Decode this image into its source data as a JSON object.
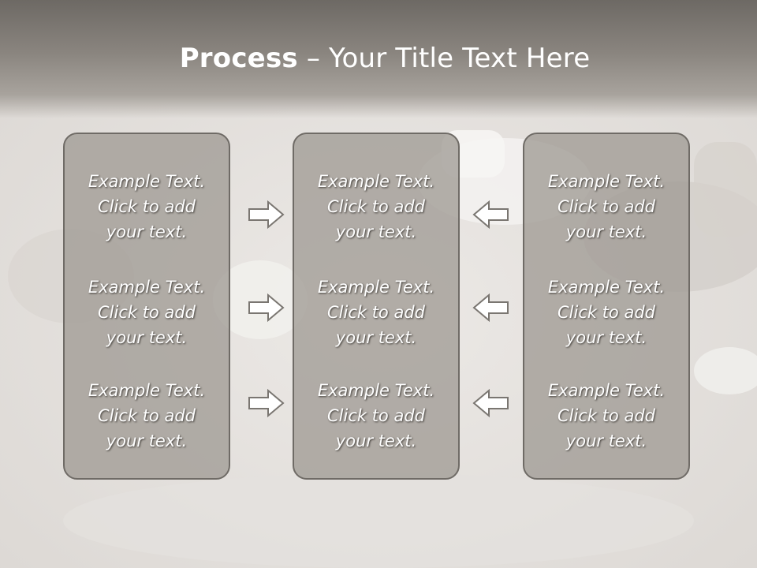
{
  "title": {
    "bold": "Process",
    "rest": " – Your Title Text Here"
  },
  "panels": [
    {
      "items": [
        {
          "line1": "Example Text.",
          "line2": "Click  to add",
          "line3": "your text."
        },
        {
          "line1": "Example Text.",
          "line2": "Click  to add",
          "line3": "your text."
        },
        {
          "line1": "Example Text.",
          "line2": "Click  to add",
          "line3": "your text."
        }
      ]
    },
    {
      "items": [
        {
          "line1": "Example Text.",
          "line2": "Click  to add",
          "line3": "your text."
        },
        {
          "line1": "Example Text.",
          "line2": "Click  to add",
          "line3": "your text."
        },
        {
          "line1": "Example Text.",
          "line2": "Click  to add",
          "line3": "your text."
        }
      ]
    },
    {
      "items": [
        {
          "line1": "Example Text.",
          "line2": "Click  to add",
          "line3": "your text."
        },
        {
          "line1": "Example Text.",
          "line2": "Click  to add",
          "line3": "your text."
        },
        {
          "line1": "Example Text.",
          "line2": "Click  to add",
          "line3": "your text."
        }
      ]
    }
  ],
  "arrows": {
    "left_group": [
      "arrow-right-icon",
      "arrow-right-icon",
      "arrow-right-icon"
    ],
    "right_group": [
      "arrow-left-icon",
      "arrow-left-icon",
      "arrow-left-icon"
    ]
  },
  "colors": {
    "title_band": "#7b7771",
    "panel_fill": "#a09b95",
    "panel_border": "#6f6b66",
    "text": "#ffffff",
    "background": "#e7e4e1"
  }
}
